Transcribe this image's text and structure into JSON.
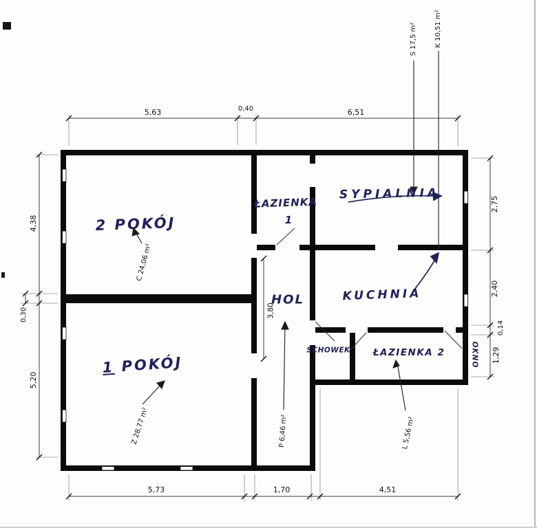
{
  "colors": {
    "ink": "#20205a",
    "draw": "#161616"
  },
  "rooms": {
    "room2": {
      "number": "2",
      "name": "POKÓJ",
      "area": "C 24,06 m²"
    },
    "room1": {
      "number": "1",
      "name": "POKÓJ",
      "area": "Z 28,77 m²"
    },
    "bath1": {
      "name": "ŁAZIENKA",
      "number": "1"
    },
    "bedroom": {
      "name": "SYPIALNIA",
      "area": "S 17,5 m²"
    },
    "hall": {
      "name": "HOL",
      "area": "P 6,46 m²"
    },
    "kitchen": {
      "name": "KUCHNIA",
      "area": "K 10,51 m²"
    },
    "closet": {
      "name": "SCHOWEK"
    },
    "bath2": {
      "name": "ŁAZIENKA 2",
      "area": "L 5,56 m²"
    },
    "window_label": "OKNO"
  },
  "dimensions": {
    "top": {
      "left": "5,63",
      "middle": "0,40",
      "right": "6,51"
    },
    "left": {
      "upper": "4,38",
      "wall": "0,30",
      "lower": "5,20"
    },
    "right": {
      "first": "2,75",
      "second": "2,40",
      "third": "0,14",
      "fourth": "1,29"
    },
    "bottom": {
      "left": "5,73",
      "middle": "1,70",
      "right": "4,51"
    },
    "hall_length": "3,80"
  }
}
